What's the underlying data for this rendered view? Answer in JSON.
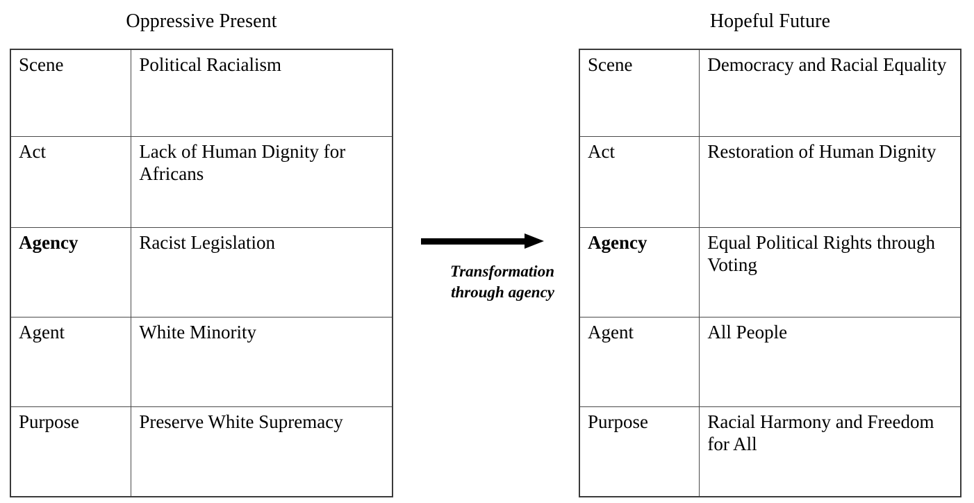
{
  "diagram": {
    "type": "pentad-comparison",
    "panels": [
      {
        "id": "oppressive-present",
        "title": "Oppressive Present",
        "rows": [
          {
            "term": "Scene",
            "bold": false,
            "value": "Political Racialism"
          },
          {
            "term": "Act",
            "bold": false,
            "value": "Lack of Human Dignity for Africans"
          },
          {
            "term": "Agency",
            "bold": true,
            "value": "Racist Legislation"
          },
          {
            "term": "Agent",
            "bold": false,
            "value": "White Minority"
          },
          {
            "term": "Purpose",
            "bold": false,
            "value": "Preserve White Supremacy"
          }
        ]
      },
      {
        "id": "hopeful-future",
        "title": "Hopeful Future",
        "rows": [
          {
            "term": "Scene",
            "bold": false,
            "value": "Democracy and Racial Equality"
          },
          {
            "term": "Act",
            "bold": false,
            "value": "Restoration of Human Dignity"
          },
          {
            "term": "Agency",
            "bold": true,
            "value": "Equal Political Rights through Voting"
          },
          {
            "term": "Agent",
            "bold": false,
            "value": "All People"
          },
          {
            "term": "Purpose",
            "bold": false,
            "value": "Racial Harmony and Freedom for All"
          }
        ]
      }
    ],
    "transform": {
      "arrow_icon": "right-arrow-icon",
      "caption_line_1": "Transformation",
      "caption_line_2": "through agency"
    }
  },
  "colors": {
    "text": "#000000",
    "table_border": "#3a3a3a",
    "background": "#ffffff"
  }
}
